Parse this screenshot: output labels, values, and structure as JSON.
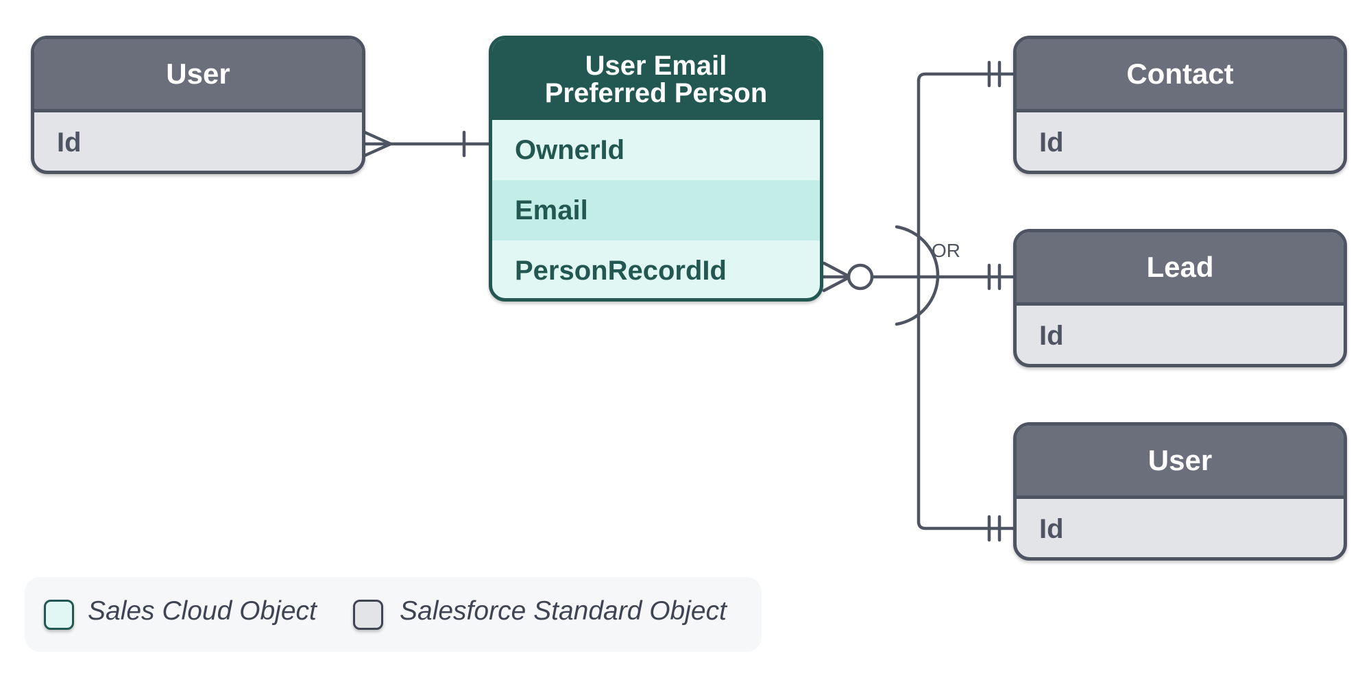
{
  "entities": {
    "user_left": {
      "title": "User",
      "fields": [
        "Id"
      ]
    },
    "uepp": {
      "title_line1": "User Email",
      "title_line2": "Preferred Person",
      "fields": [
        "OwnerId",
        "Email",
        "PersonRecordId"
      ]
    },
    "contact": {
      "title": "Contact",
      "fields": [
        "Id"
      ]
    },
    "lead": {
      "title": "Lead",
      "fields": [
        "Id"
      ]
    },
    "user_right": {
      "title": "User",
      "fields": [
        "Id"
      ]
    }
  },
  "connectors": {
    "or_label": "OR"
  },
  "legend": {
    "sales_cloud": "Sales Cloud Object",
    "standard": "Salesforce Standard Object"
  },
  "colors": {
    "sales_cloud_header": "#235852",
    "sales_cloud_fill": "#e0f7f3",
    "sales_cloud_alt_fill": "#c3ede7",
    "standard_header": "#6b6f7c",
    "standard_fill": "#e2e4e8",
    "line": "#4f5462"
  }
}
